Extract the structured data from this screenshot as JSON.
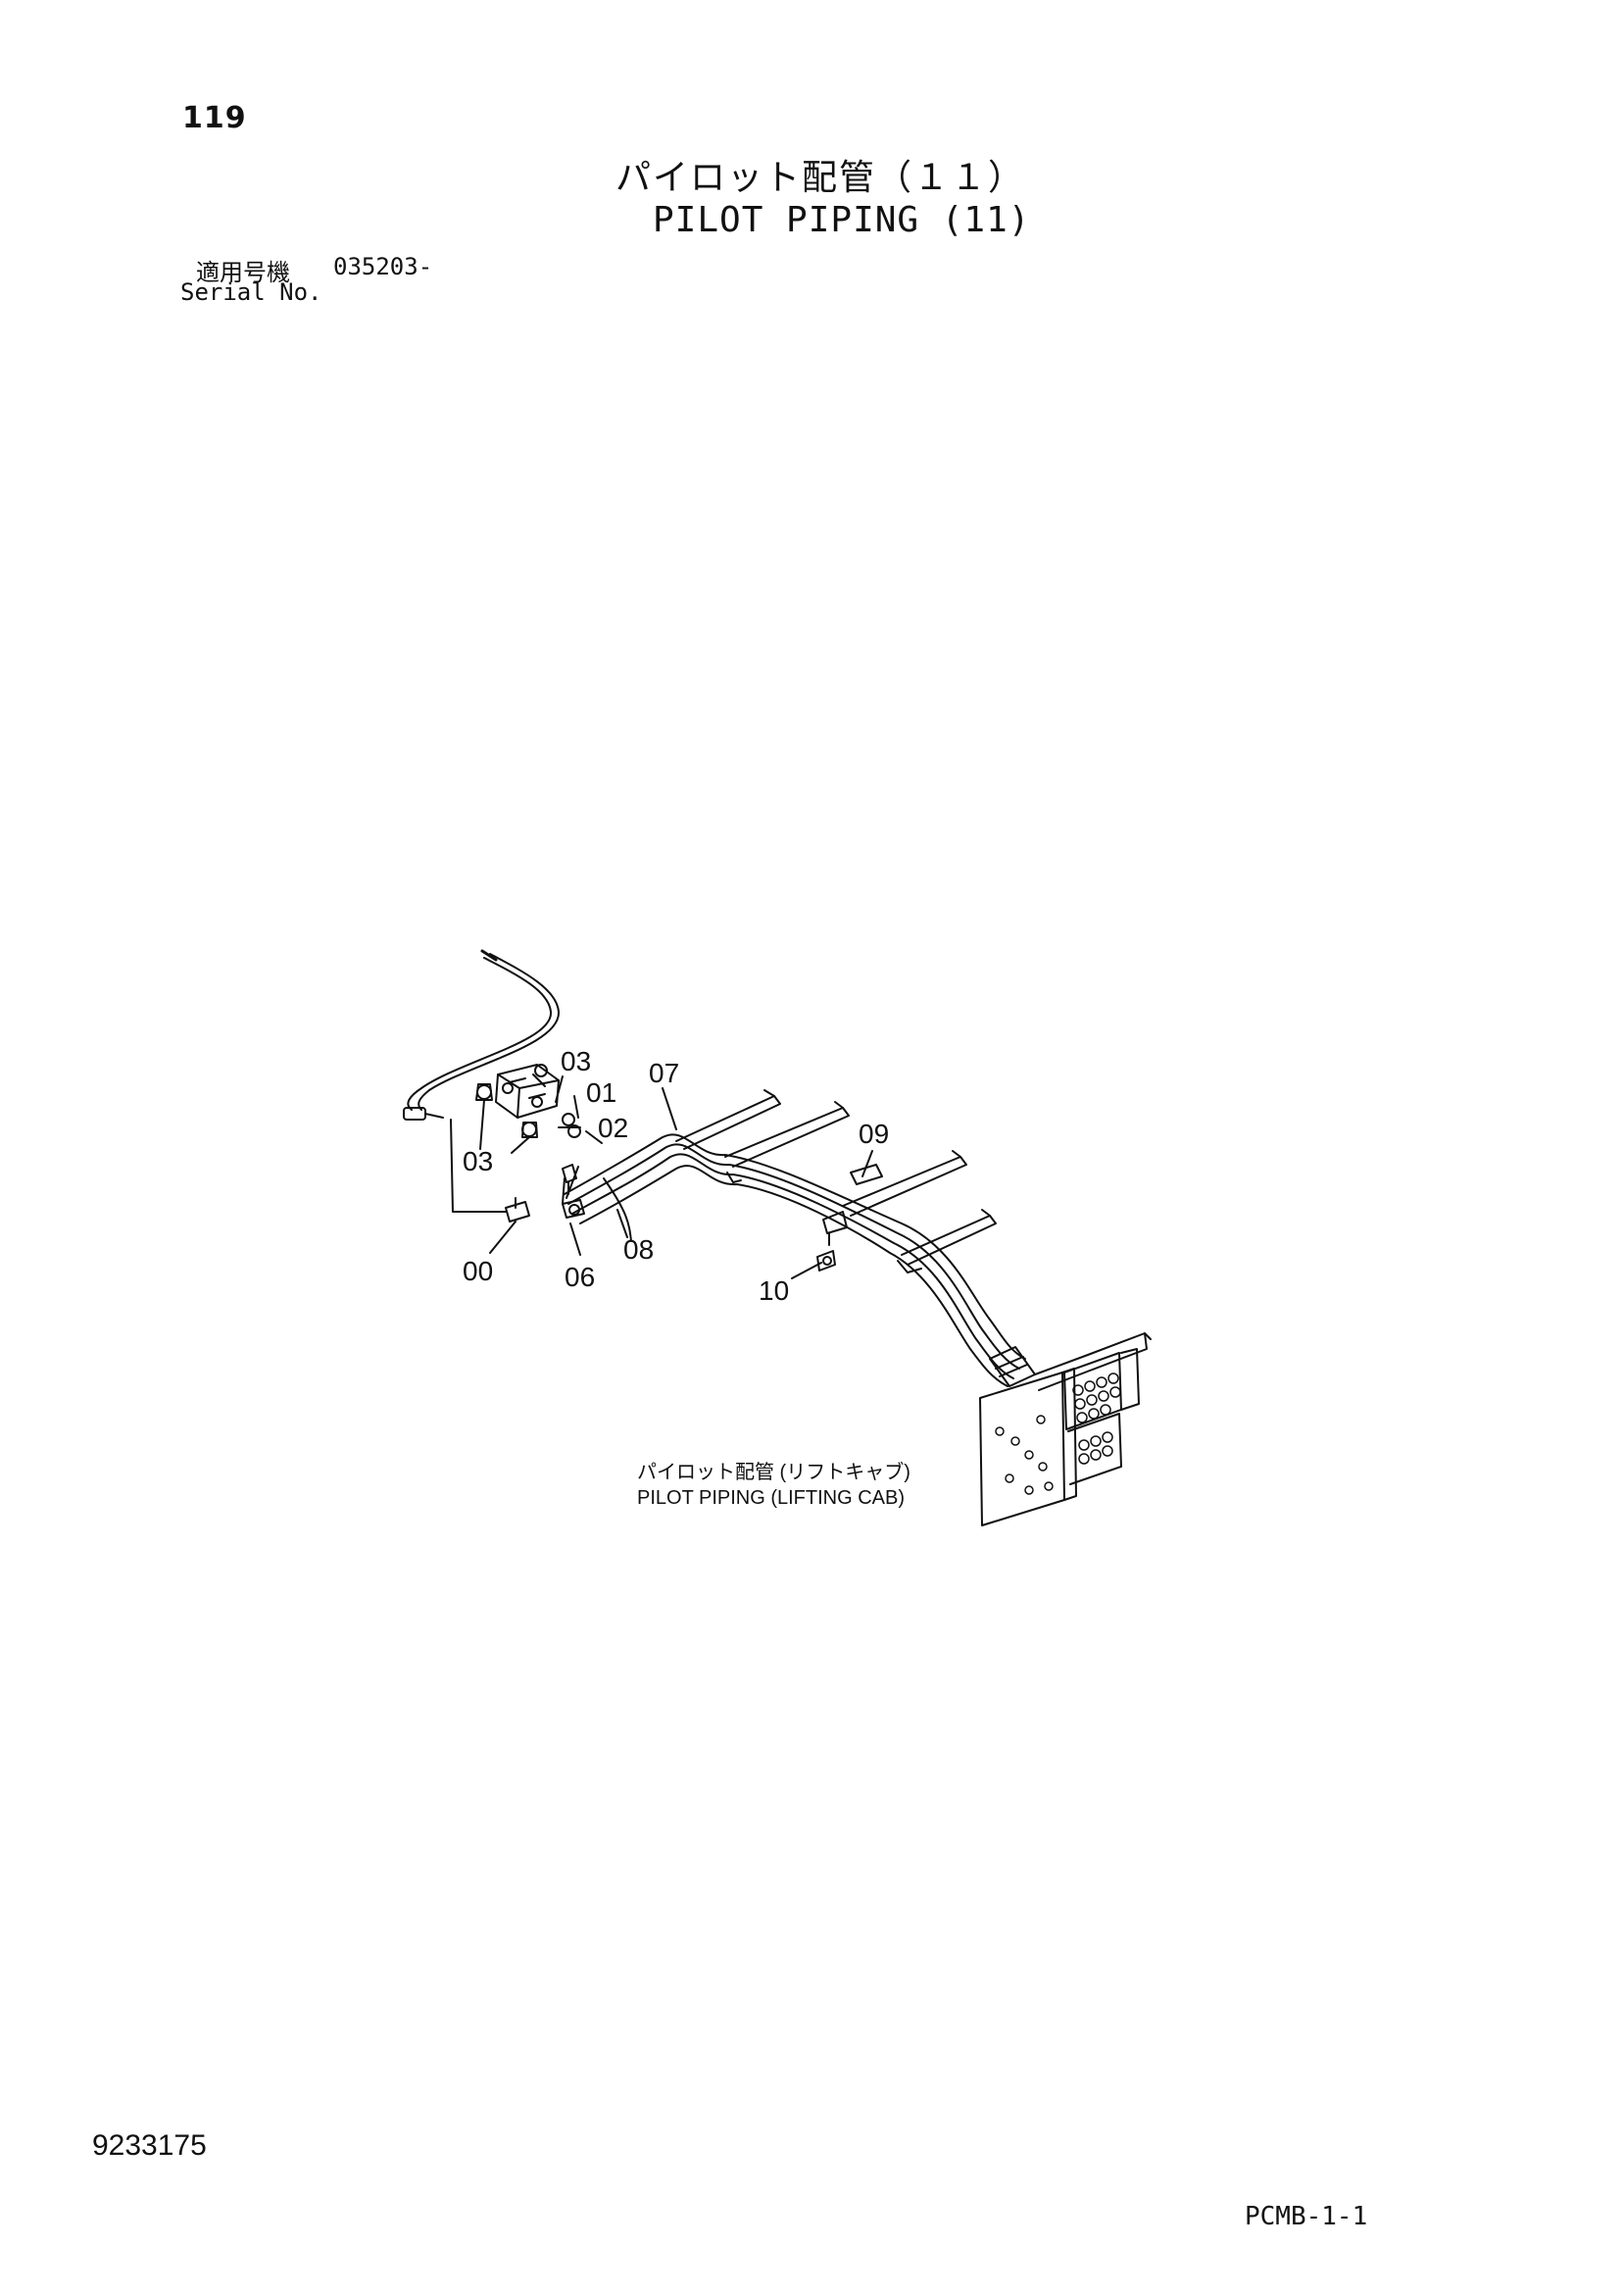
{
  "header": {
    "page_number": "119",
    "title_jp": "パイロット配管（１１）",
    "title_en": "PILOT PIPING (11)",
    "serial_label_jp": "適用号機",
    "serial_value": "035203-",
    "serial_label_en": "Serial No."
  },
  "diagram": {
    "callouts": [
      {
        "id": "00",
        "label": "00"
      },
      {
        "id": "01",
        "label": "01"
      },
      {
        "id": "02",
        "label": "02"
      },
      {
        "id": "03a",
        "label": "03"
      },
      {
        "id": "03b",
        "label": "03"
      },
      {
        "id": "06",
        "label": "06"
      },
      {
        "id": "07",
        "label": "07"
      },
      {
        "id": "08",
        "label": "08"
      },
      {
        "id": "09",
        "label": "09"
      },
      {
        "id": "10",
        "label": "10"
      }
    ],
    "caption_jp": "パイロット配管 (リフトキャブ)",
    "caption_en": "PILOT PIPING (LIFTING CAB)"
  },
  "footer": {
    "doc_number": "9233175",
    "page_code": "PCMB-1-1"
  }
}
